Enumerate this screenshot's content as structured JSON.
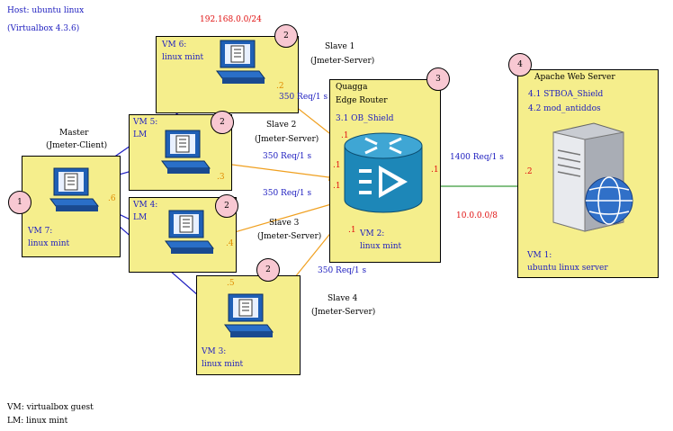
{
  "header": {
    "host": "Host: ubuntu linux",
    "virtualbox": "(Virtualbox 4.3.6)"
  },
  "subnets": {
    "lan": "192.168.0.0/24",
    "wan": "10.0.0.0/8"
  },
  "master": {
    "title": "Master",
    "role": "(Jmeter-Client)",
    "vm": "VM 7:",
    "os": "linux mint",
    "badge": "1",
    "ip": ".6"
  },
  "slaves": [
    {
      "title": "Slave 1",
      "role": "(Jmeter-Server)",
      "vm": "VM 6:",
      "os": "linux mint",
      "badge": "2",
      "ip": ".2",
      "rate": "350 Req/1 s"
    },
    {
      "title": "Slave 2",
      "role": "(Jmeter-Server)",
      "vm": "VM 5:",
      "os": "LM",
      "badge": "2",
      "ip": ".3",
      "rate": "350 Req/1 s"
    },
    {
      "title": "Slave 3",
      "role": "(Jmeter-Server)",
      "vm": "VM 4:",
      "os": "LM",
      "badge": "2",
      "ip": ".4",
      "rate": "350 Req/1 s"
    },
    {
      "title": "Slave 4",
      "role": "(Jmeter-Server)",
      "vm": "VM 3:",
      "os": "linux mint",
      "badge": "2",
      "ip": ".5",
      "rate": "350 Req/1 s"
    }
  ],
  "router": {
    "name": "Quagga",
    "role": "Edge Router",
    "module": "3.1 OB_Shield",
    "vm": "VM 2:",
    "os": "linux mint",
    "badge": "3",
    "ifaces": [
      ".1",
      ".1",
      ".1",
      ".1"
    ],
    "wan_if": ".1",
    "rate": "1400 Req/1 s"
  },
  "server": {
    "name": "Apache Web Server",
    "mod1": "4.1 STBOA_Shield",
    "mod2": "4.2 mod_antiddos",
    "vm": "VM 1:",
    "os": "ubuntu linux server",
    "badge": "4",
    "ip": ".2"
  },
  "legend": {
    "vm": "VM: virtualbox guest",
    "lm": "LM: linux mint"
  },
  "colors": {
    "box": "#f5ee8c",
    "badge": "#f8c8d2",
    "blue_link": "#2020c0",
    "orange_link": "#f0a020",
    "green_link": "#3a9a3a",
    "router": "#1d87b8"
  }
}
